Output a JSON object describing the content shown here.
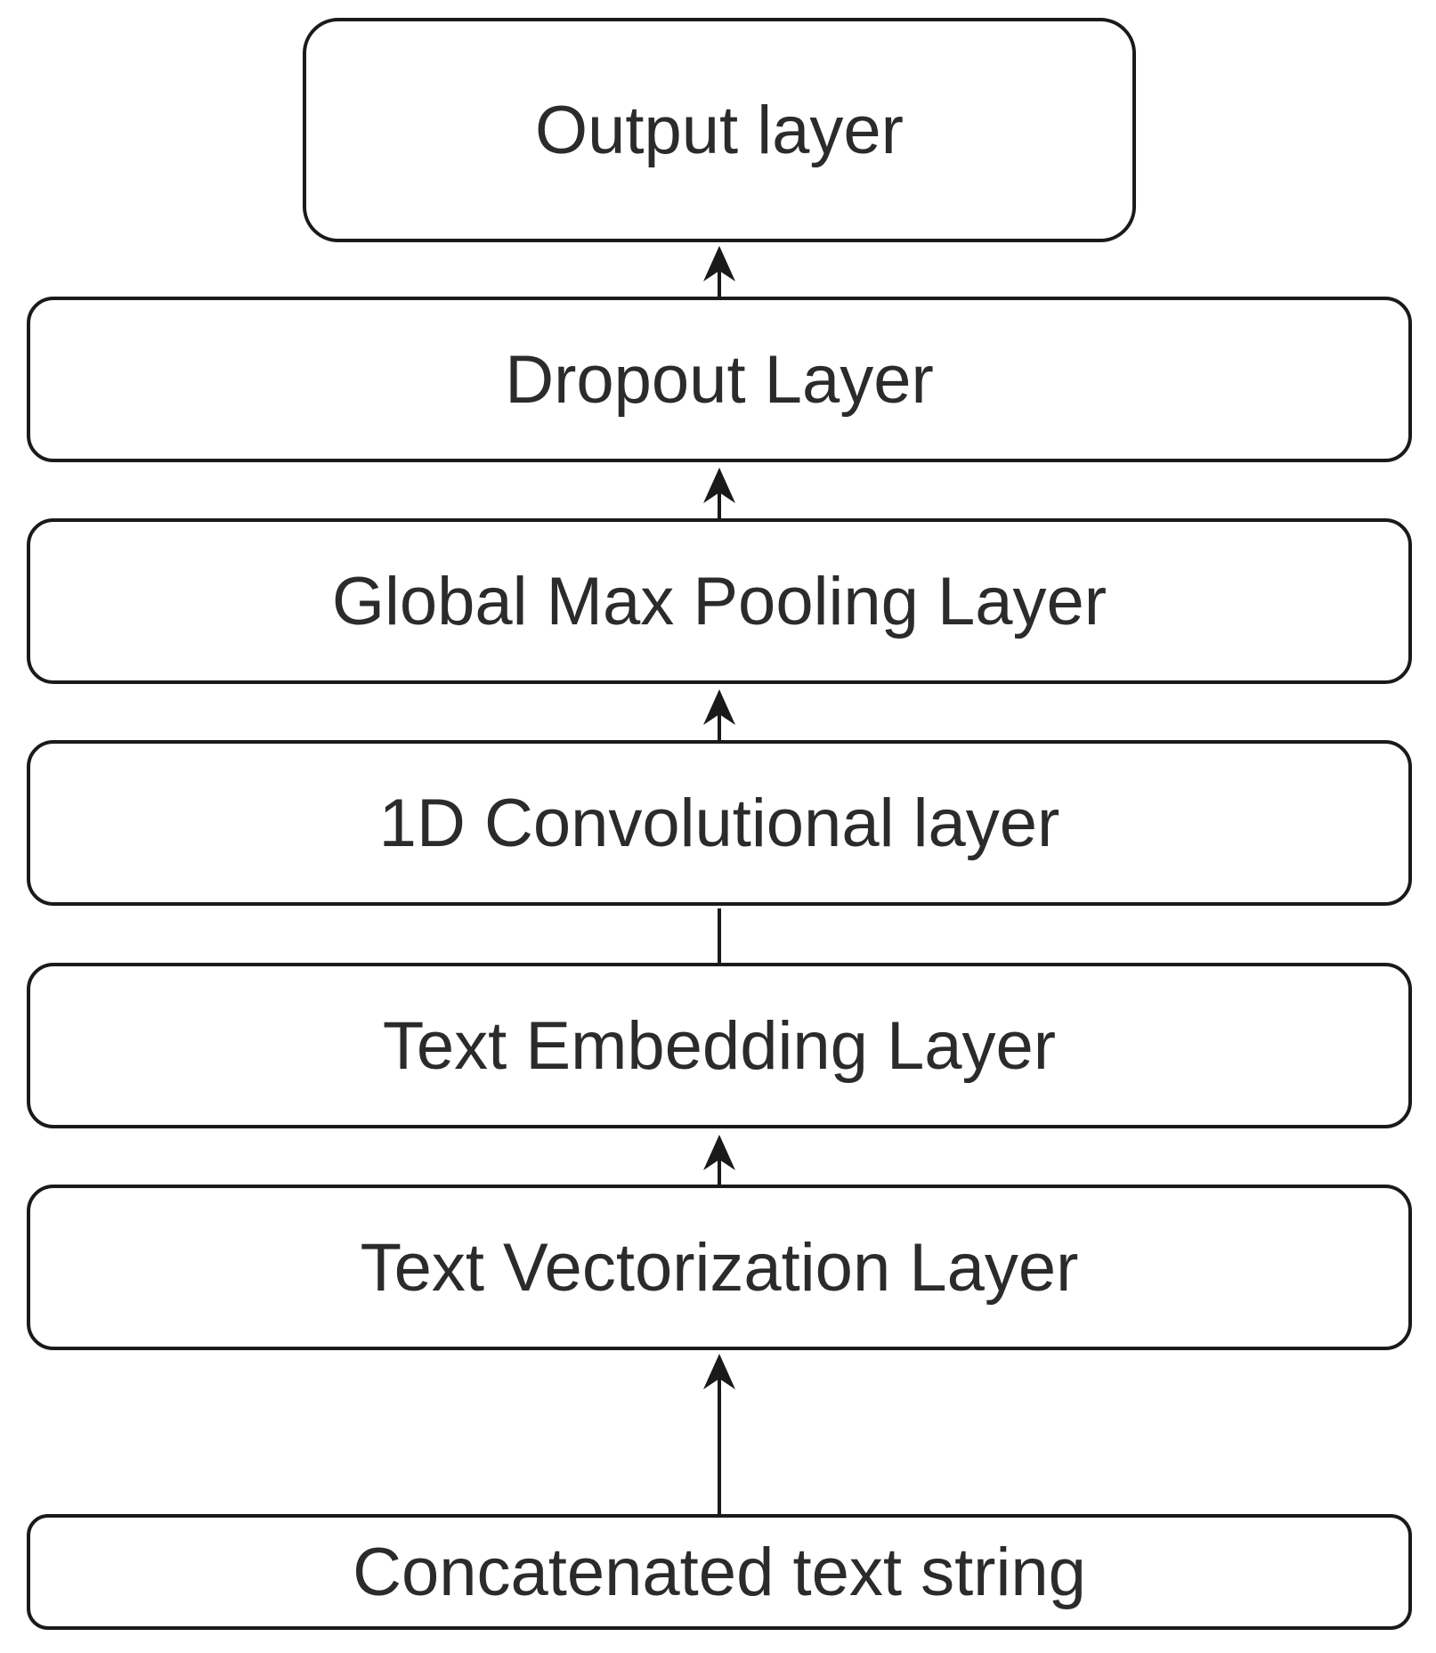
{
  "diagram": {
    "layers": {
      "output": "Output layer",
      "dropout": "Dropout Layer",
      "global_max_pooling": "Global Max Pooling Layer",
      "conv1d": "1D Convolutional layer",
      "text_embedding": "Text Embedding Layer",
      "text_vectorization": "Text Vectorization Layer",
      "input": "Concatenated text string"
    },
    "flow": [
      {
        "from": "input",
        "to": "text_vectorization",
        "arrow": true
      },
      {
        "from": "text_vectorization",
        "to": "text_embedding",
        "arrow": true
      },
      {
        "from": "text_embedding",
        "to": "conv1d",
        "arrow": false
      },
      {
        "from": "conv1d",
        "to": "global_max_pooling",
        "arrow": true
      },
      {
        "from": "global_max_pooling",
        "to": "dropout",
        "arrow": true
      },
      {
        "from": "dropout",
        "to": "output",
        "arrow": true
      }
    ],
    "colors": {
      "stroke": "#1a1a1a",
      "text": "#2b2b2b",
      "background": "#ffffff"
    }
  }
}
